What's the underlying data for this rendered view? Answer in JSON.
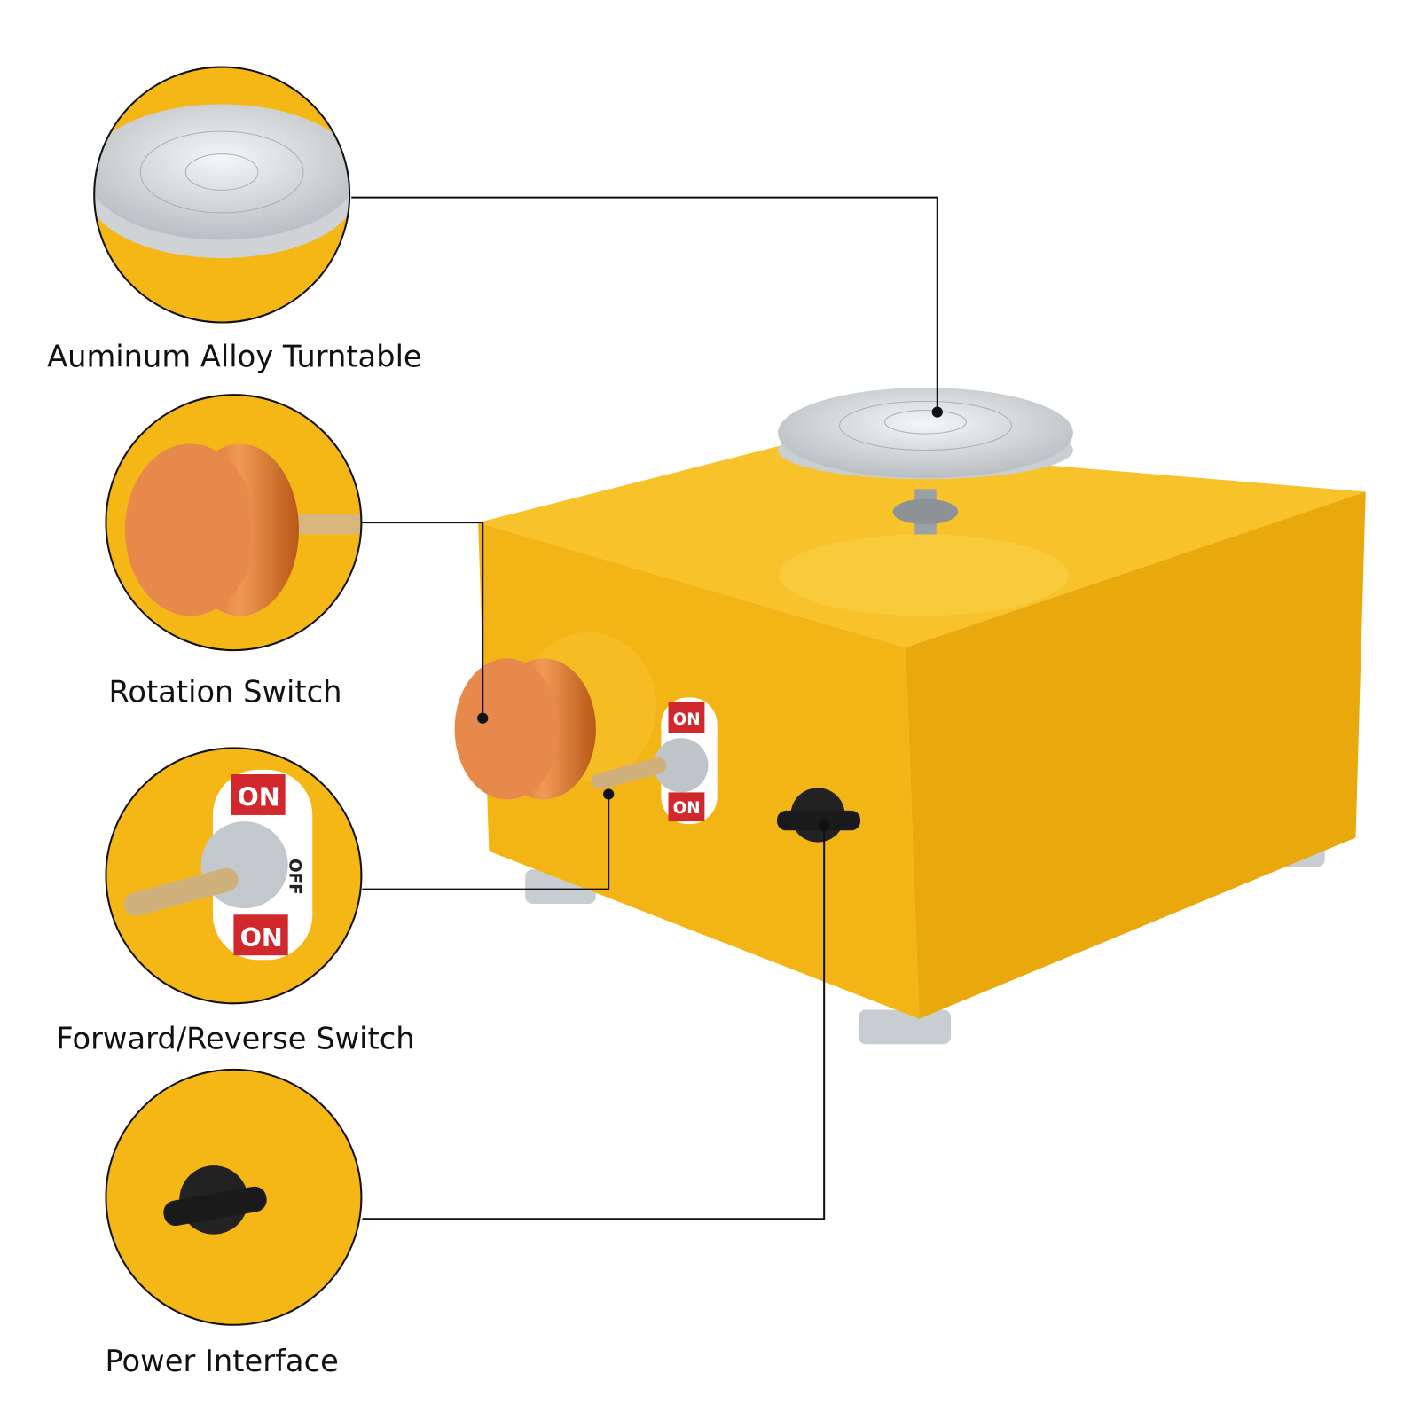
{
  "callouts": [
    {
      "id": "turntable",
      "label": "Auminum Alloy Turntable"
    },
    {
      "id": "rotation-switch",
      "label": "Rotation Switch"
    },
    {
      "id": "forward-reverse-switch",
      "label": "Forward/Reverse Switch"
    },
    {
      "id": "power-interface",
      "label": "Power Interface"
    }
  ],
  "switch_plate": {
    "top": "ON",
    "middle": "OFF",
    "bottom": "ON"
  },
  "colors": {
    "body": "#f5b716",
    "body_dark": "#e8a80c",
    "knob": "#d9772e",
    "metal": "#dfe3e6",
    "line": "#111111"
  }
}
